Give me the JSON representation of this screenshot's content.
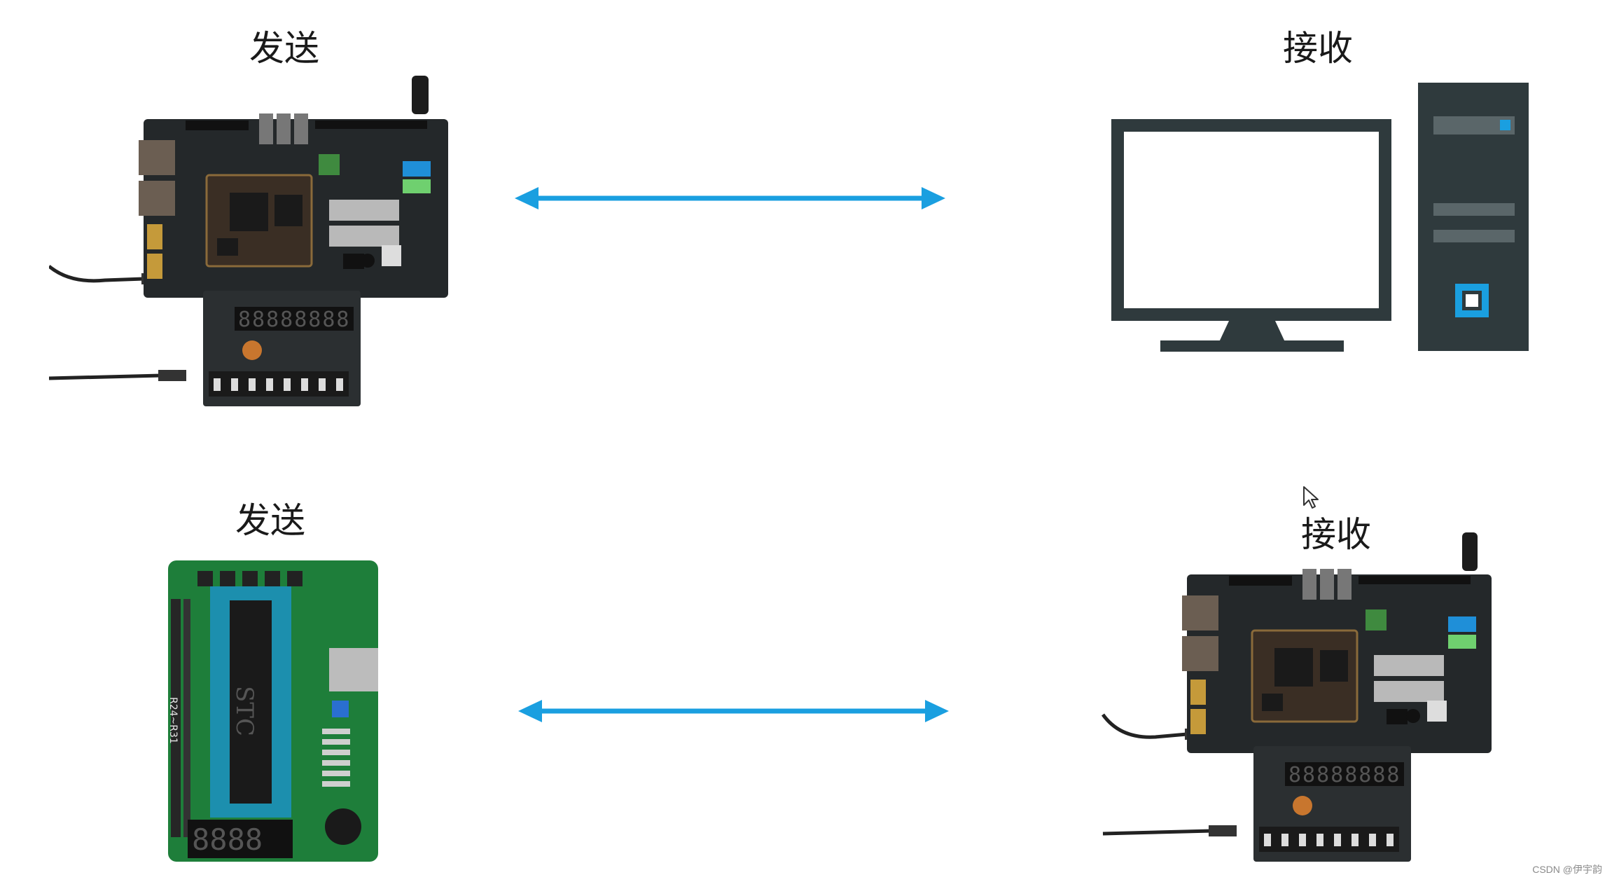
{
  "labels": {
    "send_top": "发送",
    "receive_top": "接收",
    "send_bottom": "发送",
    "receive_bottom": "接收"
  },
  "boards": {
    "mcu_chip_text": "STC",
    "mcu_side_text": "R24~R31"
  },
  "watermark": "CSDN @伊宇韵",
  "colors": {
    "arrow": "#1a9fe0",
    "computer": "#2f3a3d",
    "accent": "#1a9fe0",
    "fpga_pcb": "#24282a",
    "mcu_pcb": "#1e7e3a"
  },
  "icons": [
    "double-arrow-icon",
    "monitor-icon",
    "pc-tower-icon",
    "cursor-icon"
  ]
}
